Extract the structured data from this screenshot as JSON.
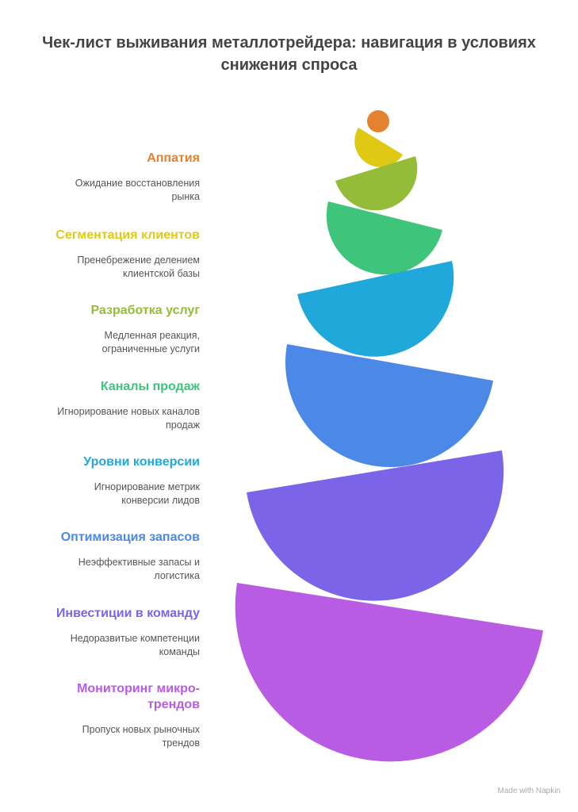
{
  "title": "Чек-лист выживания металлотрейдера: навигация в условиях снижения спроса",
  "items": [
    {
      "title": "Аппатия",
      "desc": "Ожидание восстановления рынка",
      "color": "#E3832F"
    },
    {
      "title": "Сегментация клиентов",
      "desc": "Пренебрежение делением клиентской базы",
      "color": "#E0C915"
    },
    {
      "title": "Разработка услуг",
      "desc": "Медленная реакция, ограниченные услуги",
      "color": "#94BC38"
    },
    {
      "title": "Каналы продаж",
      "desc": "Игнорирование новых каналов продаж",
      "color": "#3FC47C"
    },
    {
      "title": "Уровни конверсии",
      "desc": "Игнорирование метрик конверсии лидов",
      "color": "#20A8DA"
    },
    {
      "title": "Оптимизация запасов",
      "desc": "Неэффективные запасы и логистика",
      "color": "#4C88E6"
    },
    {
      "title": "Инвестиции в команду",
      "desc": "Недоразвитые компетенции команды",
      "color": "#7B64E8"
    },
    {
      "title": "Мониторинг микро-трендов",
      "desc": "Пропуск новых рыночных трендов",
      "color": "#B85CE3"
    }
  ],
  "footer": "Made with Napkin"
}
